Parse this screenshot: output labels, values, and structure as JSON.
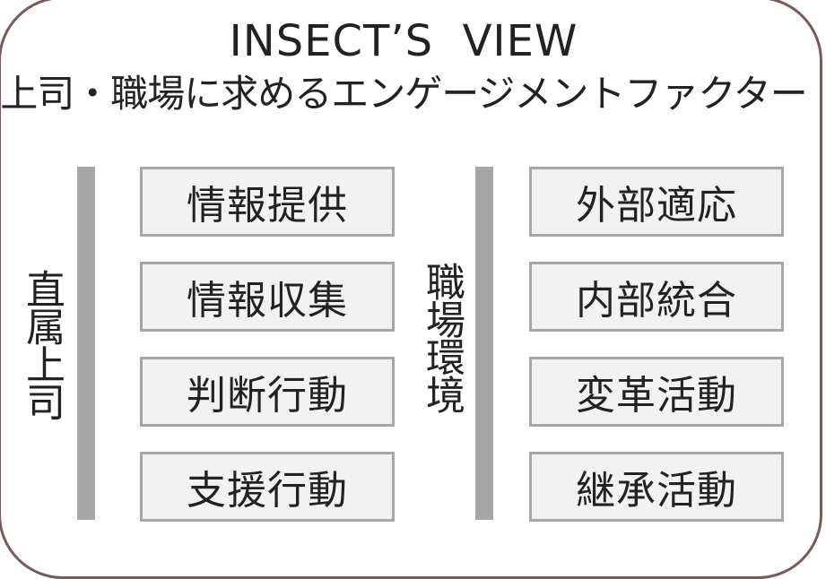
{
  "title": "INSECT’S  VIEW",
  "subtitle": "上司・職場に求めるエンゲージメントファクター",
  "groups": [
    {
      "label": "直属上司",
      "items": [
        "情報提供",
        "情報収集",
        "判断行動",
        "支援行動"
      ]
    },
    {
      "label": "職場環境",
      "items": [
        "外部適応",
        "内部統合",
        "変革活動",
        "継承活動"
      ]
    }
  ],
  "colors": {
    "frame": "#7a5a5a",
    "bar": "#a6a6a6",
    "box_fill": "#f2f2f2",
    "box_border": "#a6a6a6",
    "text": "#222222"
  }
}
